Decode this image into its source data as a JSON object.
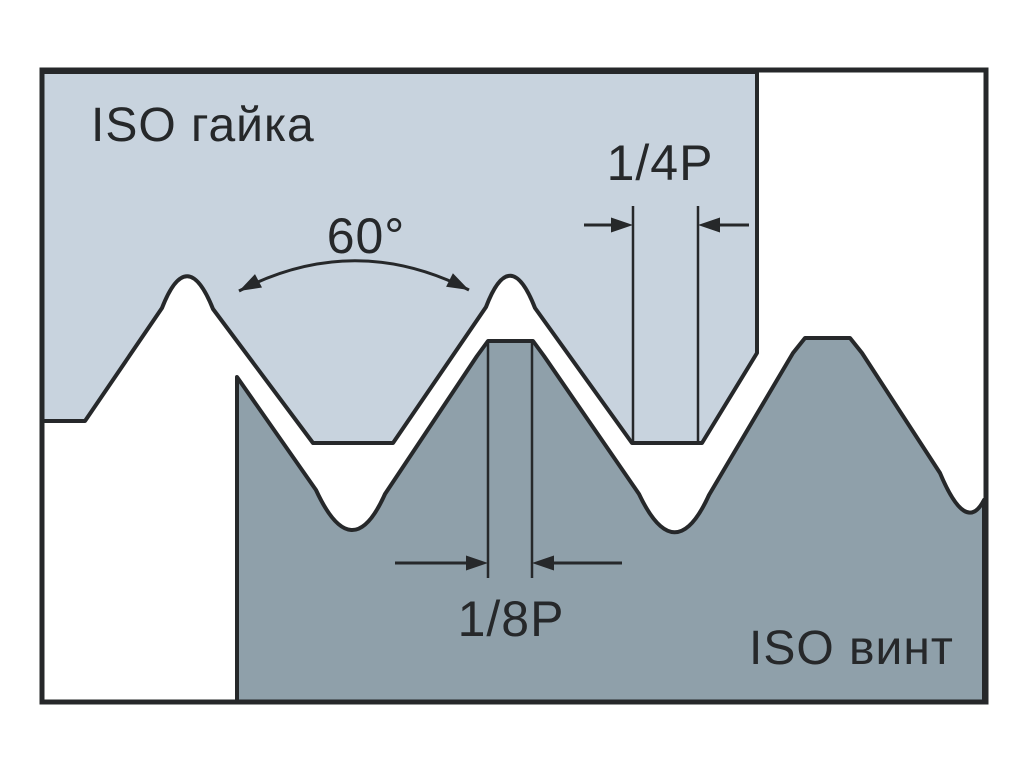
{
  "labels": {
    "nut": "ISO гайка",
    "screw": "ISO винт",
    "angle": "60°",
    "dim_quarter_pitch": "1/4P",
    "dim_eighth_pitch": "1/8P"
  },
  "colors": {
    "background": "#ffffff",
    "nut_fill": "#c8d3de",
    "screw_fill": "#8fa0aa",
    "line": "#26282a",
    "text": "#26282a"
  }
}
